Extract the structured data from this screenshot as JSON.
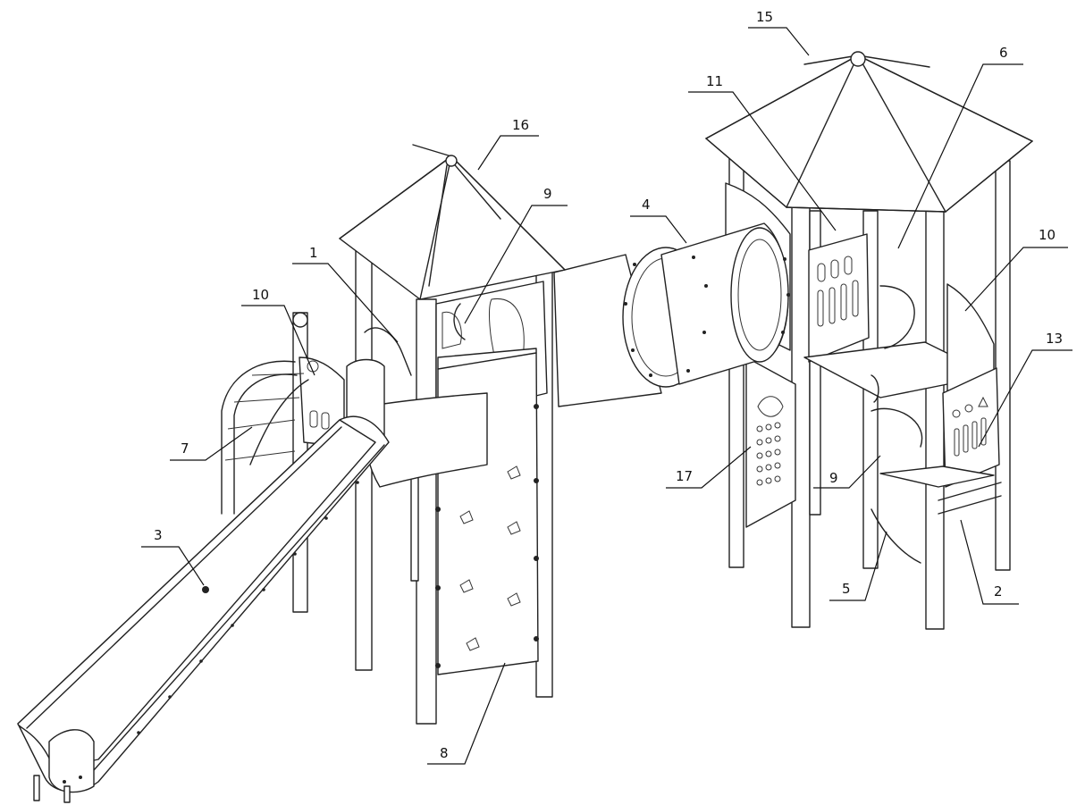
{
  "callouts": [
    {
      "id": "c1",
      "label": "1"
    },
    {
      "id": "c2",
      "label": "2"
    },
    {
      "id": "c3",
      "label": "3"
    },
    {
      "id": "c4",
      "label": "4"
    },
    {
      "id": "c5",
      "label": "5"
    },
    {
      "id": "c6",
      "label": "6"
    },
    {
      "id": "c7",
      "label": "7"
    },
    {
      "id": "c8",
      "label": "8"
    },
    {
      "id": "c9a",
      "label": "9"
    },
    {
      "id": "c9b",
      "label": "9"
    },
    {
      "id": "c10a",
      "label": "10"
    },
    {
      "id": "c10b",
      "label": "10"
    },
    {
      "id": "c11",
      "label": "11"
    },
    {
      "id": "c13",
      "label": "13"
    },
    {
      "id": "c15",
      "label": "15"
    },
    {
      "id": "c16",
      "label": "16"
    },
    {
      "id": "c17",
      "label": "17"
    }
  ],
  "colors": {
    "line": "#222222",
    "background": "#ffffff"
  }
}
